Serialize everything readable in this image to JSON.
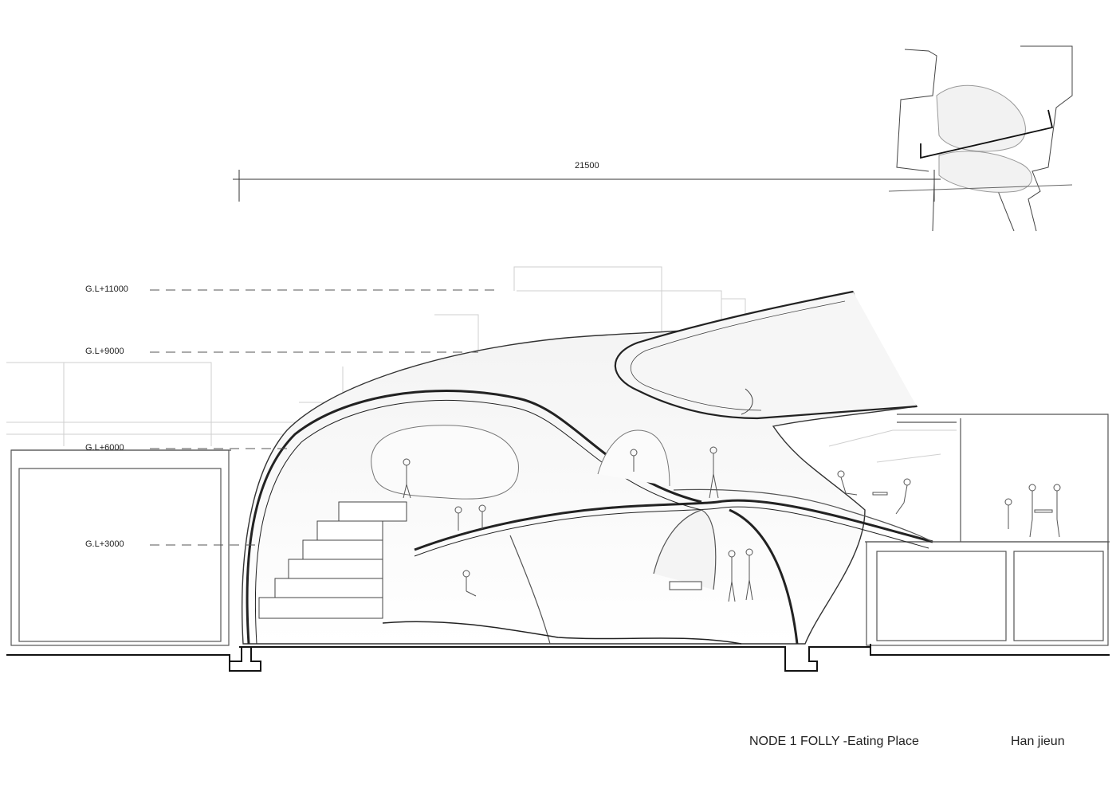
{
  "dimension": {
    "span_label": "21500"
  },
  "levels": [
    {
      "label": "G.L+11000"
    },
    {
      "label": "G.L+9000"
    },
    {
      "label": "G.L+6000"
    },
    {
      "label": "G.L+3000"
    }
  ],
  "caption": {
    "title": "NODE 1 FOLLY  -Eating Place",
    "author": "Han jieun"
  }
}
